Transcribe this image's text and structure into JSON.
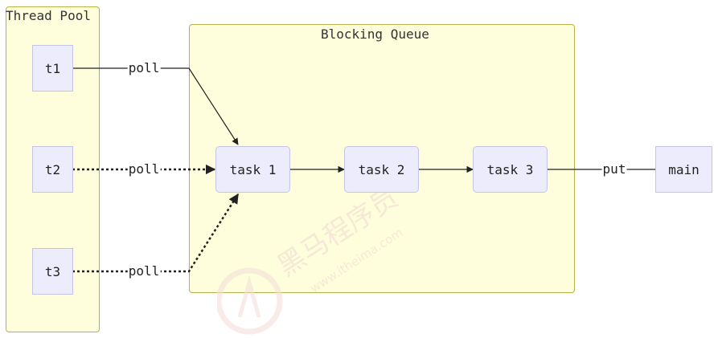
{
  "clusters": {
    "thread_pool": {
      "title": "Thread Pool"
    },
    "blocking_queue": {
      "title": "Blocking Queue"
    }
  },
  "nodes": {
    "t1": "t1",
    "t2": "t2",
    "t3": "t3",
    "task1": "task 1",
    "task2": "task 2",
    "task3": "task 3",
    "main": "main"
  },
  "edges": {
    "t1_poll": "poll",
    "t2_poll": "poll",
    "t3_poll": "poll",
    "main_put": "put"
  },
  "watermark": {
    "text_cn": "黑马程序员",
    "text_url": "www.itheima.com"
  },
  "colors": {
    "cluster_fill": "#fefedc",
    "cluster_border": "#b3b34a",
    "node_fill": "#ececfc",
    "node_border": "#c4c4e8",
    "edge": "#222222",
    "watermark": "#f1d7d4"
  }
}
